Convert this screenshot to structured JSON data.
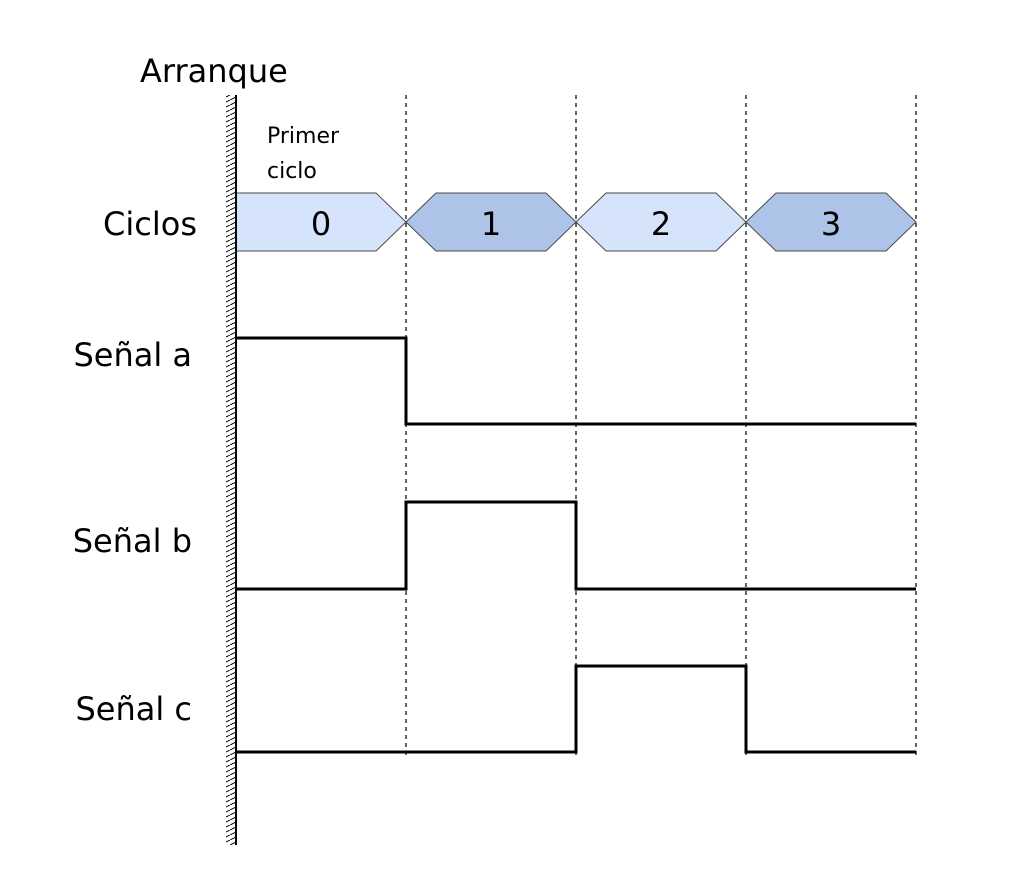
{
  "title": "Arranque",
  "first_cycle_label": [
    "Primer",
    "ciclo"
  ],
  "cycles_label": "Ciclos",
  "cycles": [
    "0",
    "1",
    "2",
    "3"
  ],
  "signals": [
    {
      "name": "Señal a",
      "levels": [
        1,
        0,
        0,
        0
      ]
    },
    {
      "name": "Señal b",
      "levels": [
        0,
        1,
        0,
        0
      ]
    },
    {
      "name": "Señal c",
      "levels": [
        0,
        0,
        1,
        0
      ]
    }
  ],
  "colors": {
    "title": "#0a14e6",
    "cycle_light": "#d5e4fb",
    "cycle_dark": "#aec3e8",
    "line": "#000000"
  }
}
